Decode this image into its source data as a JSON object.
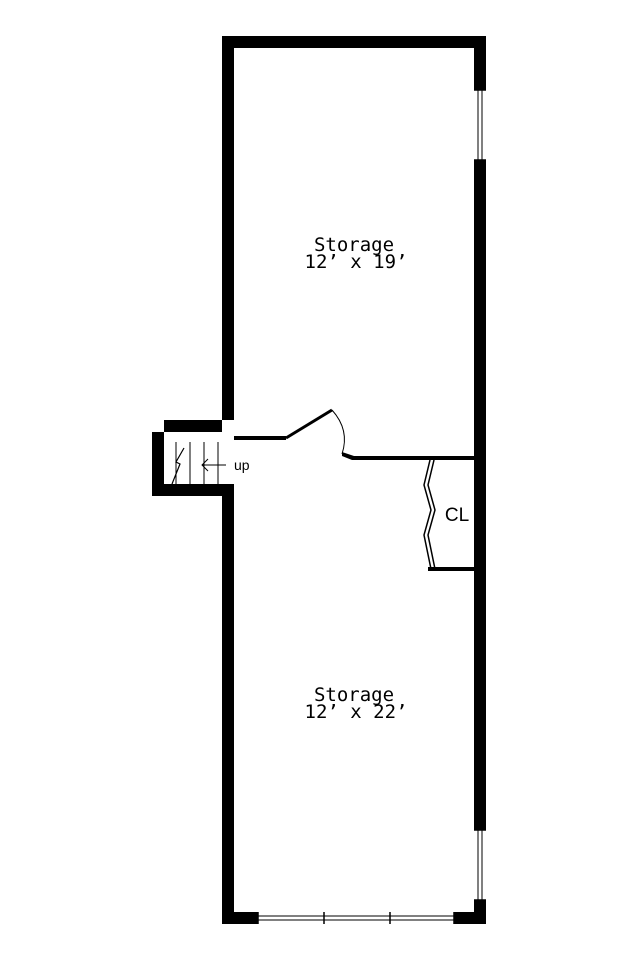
{
  "rooms": {
    "upper_storage": {
      "name": "Storage",
      "dimensions": "12’ x 19’"
    },
    "lower_storage": {
      "name": "Storage",
      "dimensions": "12’ x 22’"
    },
    "closet": {
      "name": "CL"
    }
  },
  "stairs": {
    "direction_label": "up"
  },
  "colors": {
    "wall": "#000000",
    "background": "#ffffff"
  }
}
